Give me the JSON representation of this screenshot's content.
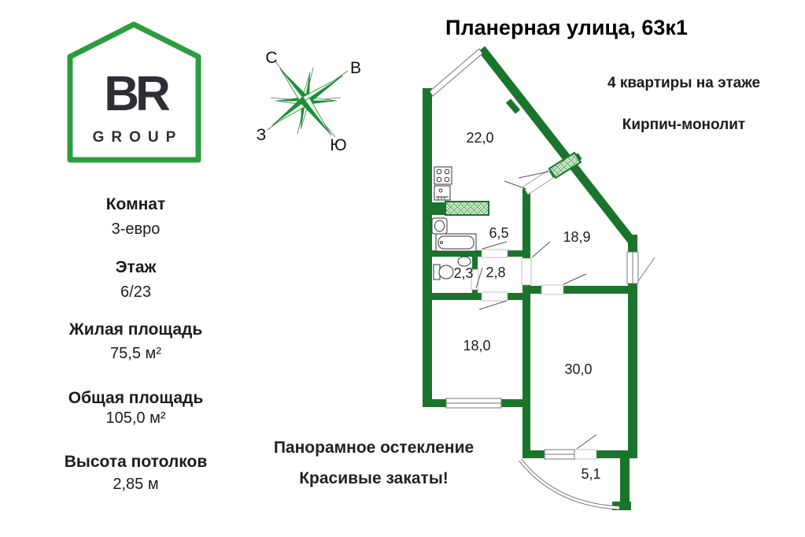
{
  "header": {
    "title": "Планерная улица, 63к1"
  },
  "building_info": {
    "apartments_per_floor": "4 квартиры на этаже",
    "construction": "Кирпич-монолит"
  },
  "logo": {
    "brand": "BR",
    "subtitle": "GROUP"
  },
  "compass": {
    "north_label": "С",
    "east_label": "В",
    "west_label": "З",
    "south_label": "Ю"
  },
  "specs": [
    {
      "label": "Комнат",
      "value": "3-евро"
    },
    {
      "label": "Этаж",
      "value": "6/23"
    },
    {
      "label": "Жилая площадь",
      "value": "75,5 м²"
    },
    {
      "label": "Общая площадь",
      "value": "105,0 м²"
    },
    {
      "label": "Высота потолков",
      "value": "2,85 м"
    }
  ],
  "floorplan": {
    "rooms": [
      {
        "name": "kitchen-living",
        "area": "22,0"
      },
      {
        "name": "bathroom",
        "area": "6,5"
      },
      {
        "name": "hallway",
        "area": "18,9"
      },
      {
        "name": "wc",
        "area": "2,3"
      },
      {
        "name": "corridor",
        "area": "2,8"
      },
      {
        "name": "bedroom",
        "area": "18,0"
      },
      {
        "name": "living-room",
        "area": "30,0"
      },
      {
        "name": "balcony",
        "area": "5,1"
      }
    ]
  },
  "footer": {
    "line1": "Панорамное остекление",
    "line2": "Красивые закаты!"
  },
  "colors": {
    "wall_green": "#1a742c",
    "logo_green": "#2d9c3e",
    "hatch_fill": "#e7f3e4",
    "text_dark": "#1c1c1c"
  }
}
